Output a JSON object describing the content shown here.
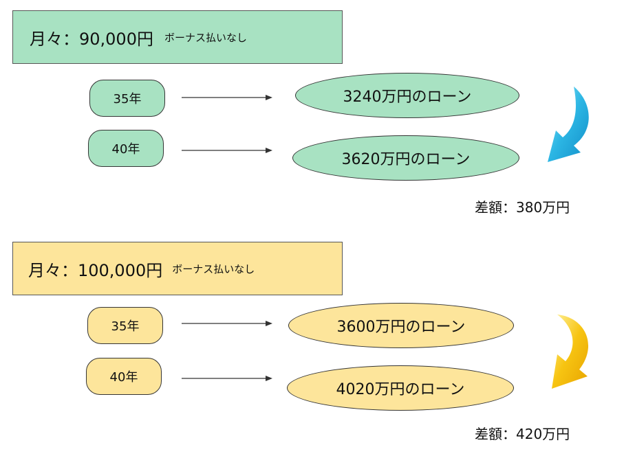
{
  "colors": {
    "green": "#a8e2c2",
    "yellow": "#fde59b",
    "border": "#333333"
  },
  "section1": {
    "header_main": "月々：90,000円",
    "header_sub": "ボーナス払いなし",
    "rows": [
      {
        "years": "35年",
        "loan": "3240万円のローン"
      },
      {
        "years": "40年",
        "loan": "3620万円のローン"
      }
    ],
    "difference": "差額：380万円",
    "arrow_icon": "curved-arrow-down-icon"
  },
  "section2": {
    "header_main": "月々：100,000円",
    "header_sub": "ボーナス払いなし",
    "rows": [
      {
        "years": "35年",
        "loan": "3600万円のローン"
      },
      {
        "years": "40年",
        "loan": "4020万円のローン"
      }
    ],
    "difference": "差額：420万円",
    "arrow_icon": "curved-arrow-down-icon"
  }
}
